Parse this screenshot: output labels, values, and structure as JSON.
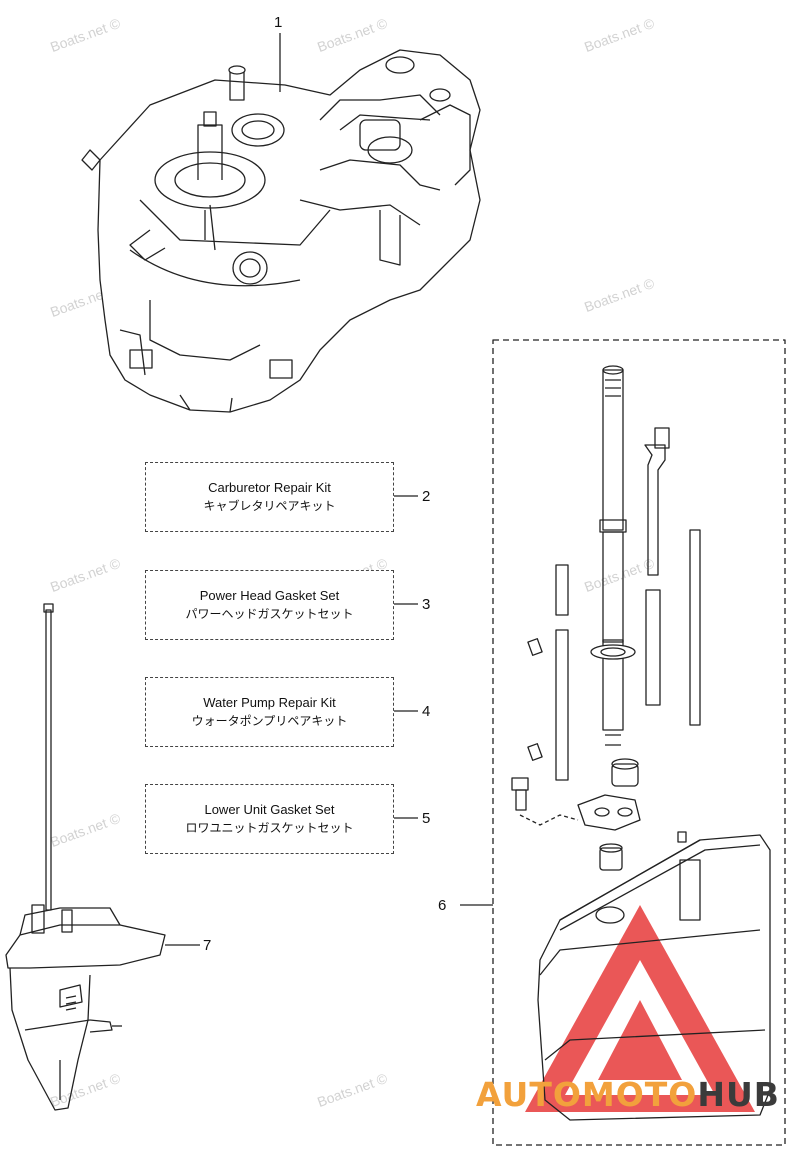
{
  "watermark_text": "Boats.net ©",
  "callouts": {
    "c1": "1",
    "c2": "2",
    "c3": "3",
    "c4": "4",
    "c5": "5",
    "c6": "6",
    "c7": "7"
  },
  "kits": {
    "carburetor": {
      "en": "Carburetor Repair Kit",
      "jp": "キャブレタリペアキット"
    },
    "power_head": {
      "en": "Power Head Gasket Set",
      "jp": "パワーヘッドガスケットセット"
    },
    "water_pump": {
      "en": "Water Pump Repair Kit",
      "jp": "ウォータポンプリペアキット"
    },
    "lower_unit": {
      "en": "Lower Unit Gasket Set",
      "jp": "ロワユニットガスケットセット"
    }
  },
  "brand": {
    "part1": "AUTOMOTO",
    "part2": "HUB",
    "color1": "#f2a13c",
    "color2": "#3b3b3b",
    "logo_color": "#e84545"
  }
}
